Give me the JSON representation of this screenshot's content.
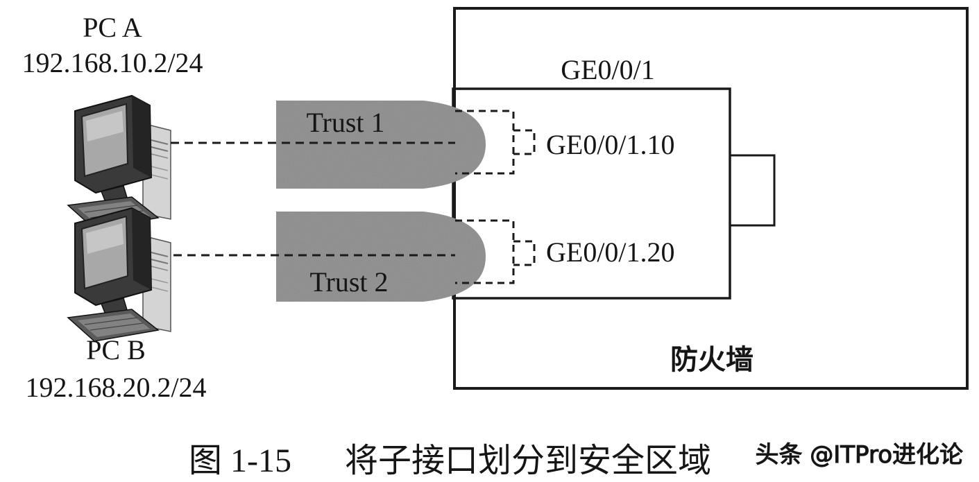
{
  "hosts": {
    "pc_a": {
      "name": "PC A",
      "ip": "192.168.10.2/24"
    },
    "pc_b": {
      "name": "PC B",
      "ip": "192.168.20.2/24"
    }
  },
  "zones": {
    "trust1": "Trust 1",
    "trust2": "Trust 2"
  },
  "firewall": {
    "label": "防火墙",
    "interface": "GE0/0/1",
    "subinterface_10": "GE0/0/1.10",
    "subinterface_20": "GE0/0/1.20"
  },
  "caption": {
    "figure_number": "图 1-15",
    "title": "将子接口划分到安全区域"
  },
  "watermark": "头条 @ITPro进化论",
  "icons": {
    "pc": "desktop-computer-icon"
  },
  "colors": {
    "zone_fill": "#8c8c8c",
    "line": "#1a1a1a",
    "background": "#ffffff"
  }
}
